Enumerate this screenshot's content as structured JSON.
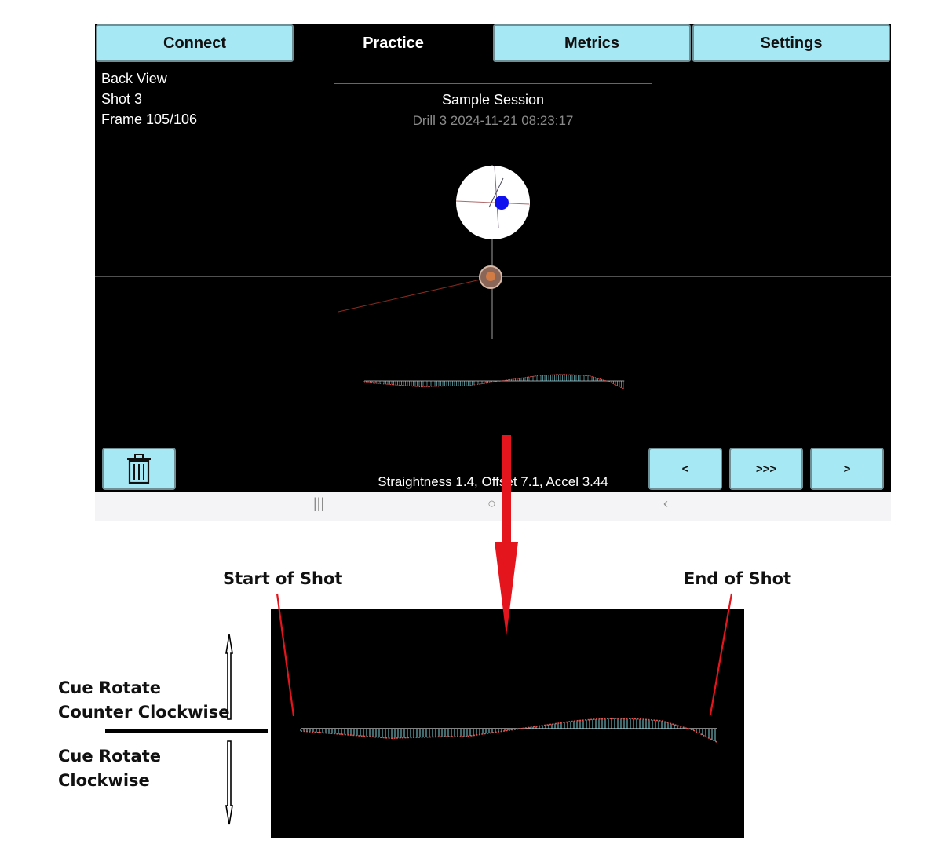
{
  "tabs": [
    "Connect",
    "Practice",
    "Metrics",
    "Settings"
  ],
  "active_tab": "Practice",
  "info": {
    "view": "Back View",
    "shot": "Shot 3",
    "frame": "Frame 105/106"
  },
  "session": {
    "title": "Sample Session",
    "subtitle": "Drill 3 2024-11-21 08:23:17"
  },
  "buttons": {
    "delete_icon": "trash-icon",
    "prev": "<",
    "fast_forward": ">>>",
    "next": ">"
  },
  "status_text": "Straightness 1.4, Offset 7.1, Accel 3.44",
  "system_nav": {
    "recents": "|||",
    "home": "○",
    "back": "‹"
  },
  "annotations": {
    "start": "Start of Shot",
    "end": "End of Shot",
    "ccw": [
      "Cue Rotate",
      "Counter Clockwise"
    ],
    "cw": [
      "Cue Rotate",
      "Clockwise"
    ]
  },
  "colors": {
    "tab_bg": "#a6e9f4",
    "trace_red": "#e8534f",
    "trace_cyan": "#7fd3dc",
    "ball_blue": "#1010ee",
    "arrow_red": "#e4151d"
  }
}
